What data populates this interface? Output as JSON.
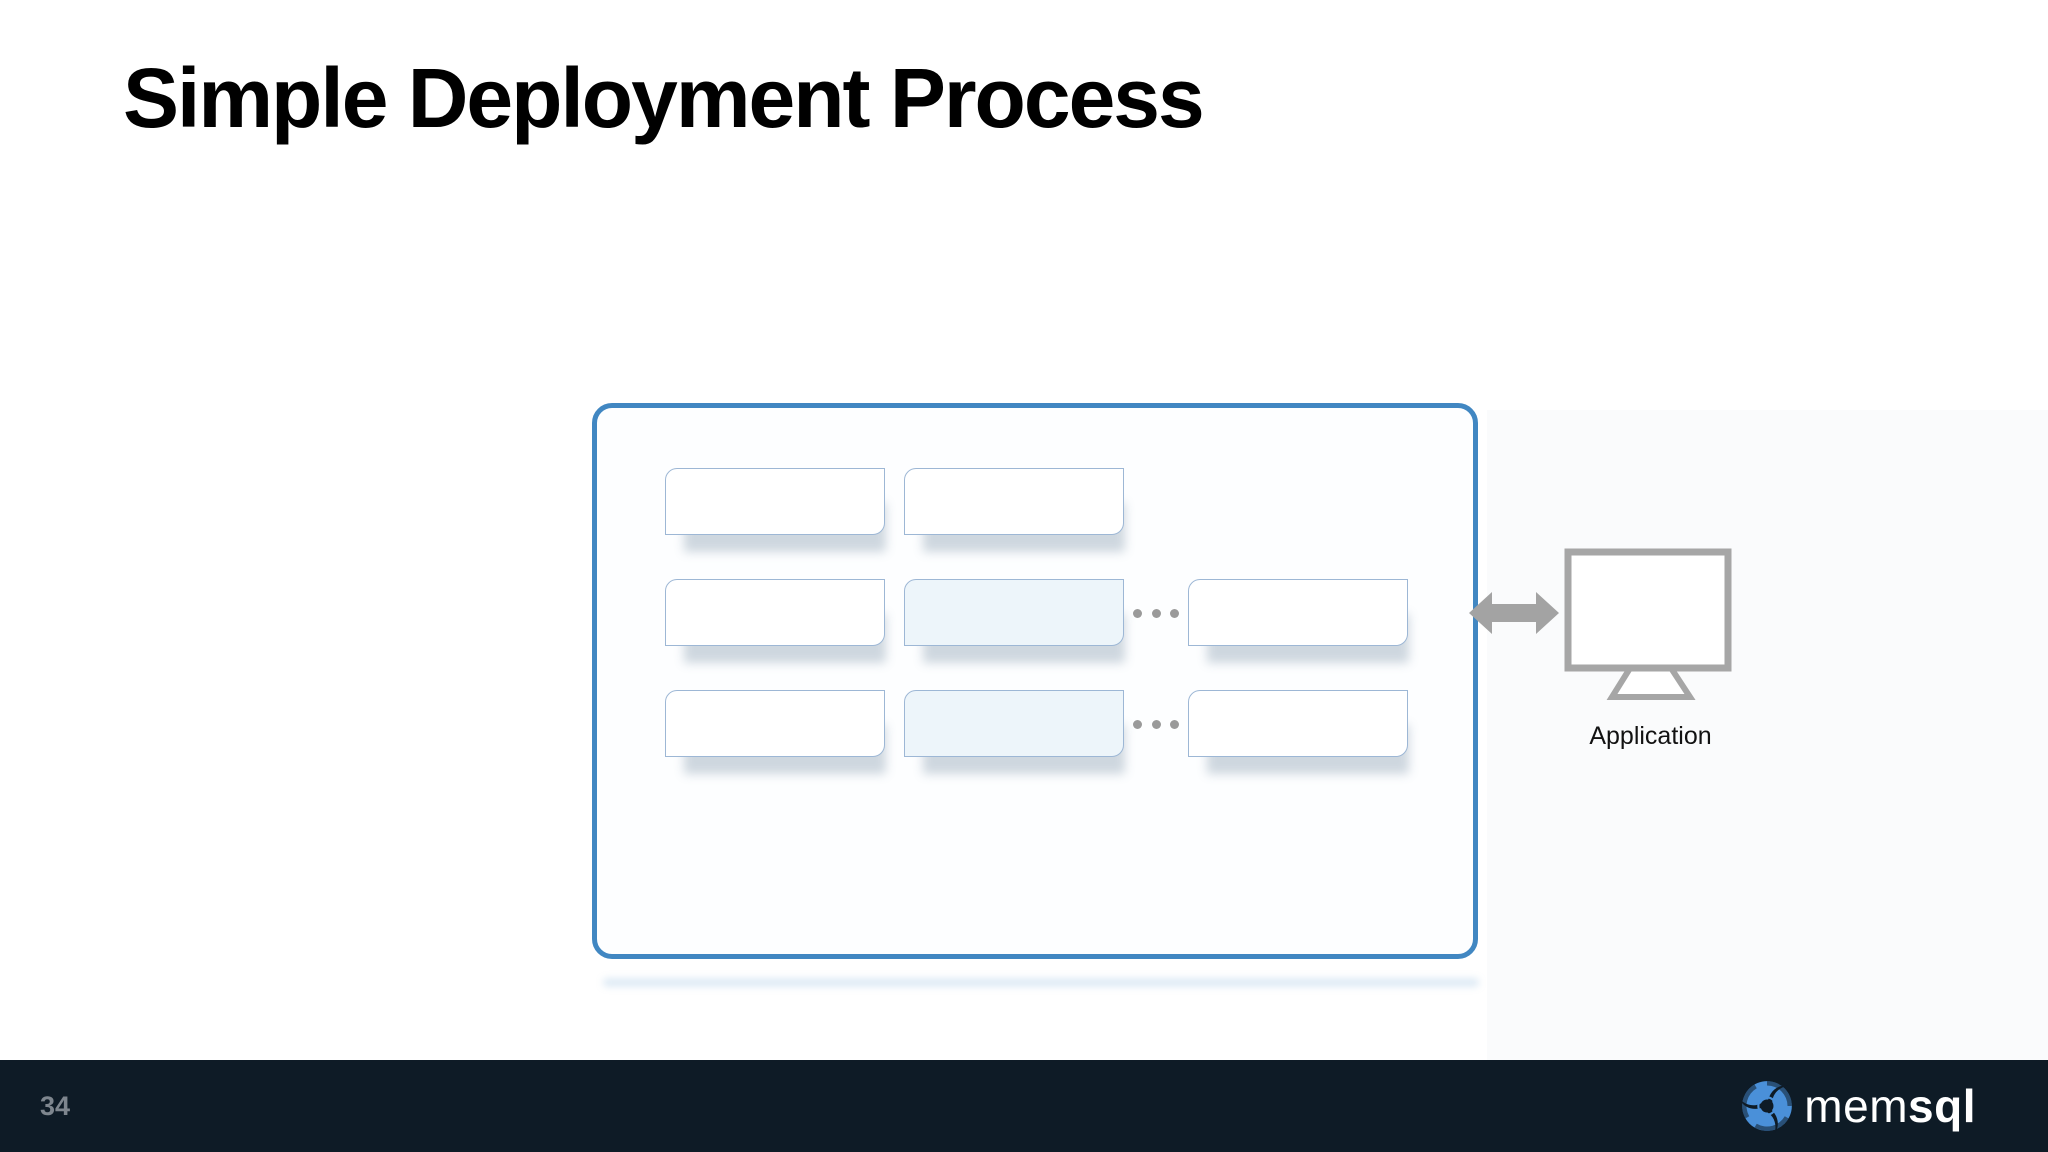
{
  "slide": {
    "title": "Simple Deployment Process"
  },
  "cluster": {
    "row_layout": [
      [
        "box",
        "box"
      ],
      [
        "box",
        "box-highlight",
        "ellipsis",
        "box"
      ],
      [
        "box",
        "box-highlight",
        "ellipsis",
        "box"
      ]
    ]
  },
  "application": {
    "label": "Application"
  },
  "footer": {
    "page_number": "34",
    "logo": {
      "text_regular": "mem",
      "text_bold": "sql",
      "icon": "memsql-swirl"
    }
  },
  "colors": {
    "accent_blue": "#4187c2",
    "node_border": "#9db7d5",
    "node_fill": "#ffffff",
    "node_highlight_fill": "#edf5fa",
    "dot_gray": "#9a9a9a",
    "arrow_gray": "#a3a3a3",
    "monitor_gray": "#a6a6a6",
    "title_color": "#000000",
    "label_color": "#121212",
    "footer_bg": "#0e1b26",
    "footer_muted": "#7e868e",
    "logo_blue": "#4a90d9",
    "side_tint": "#fafbfc"
  }
}
